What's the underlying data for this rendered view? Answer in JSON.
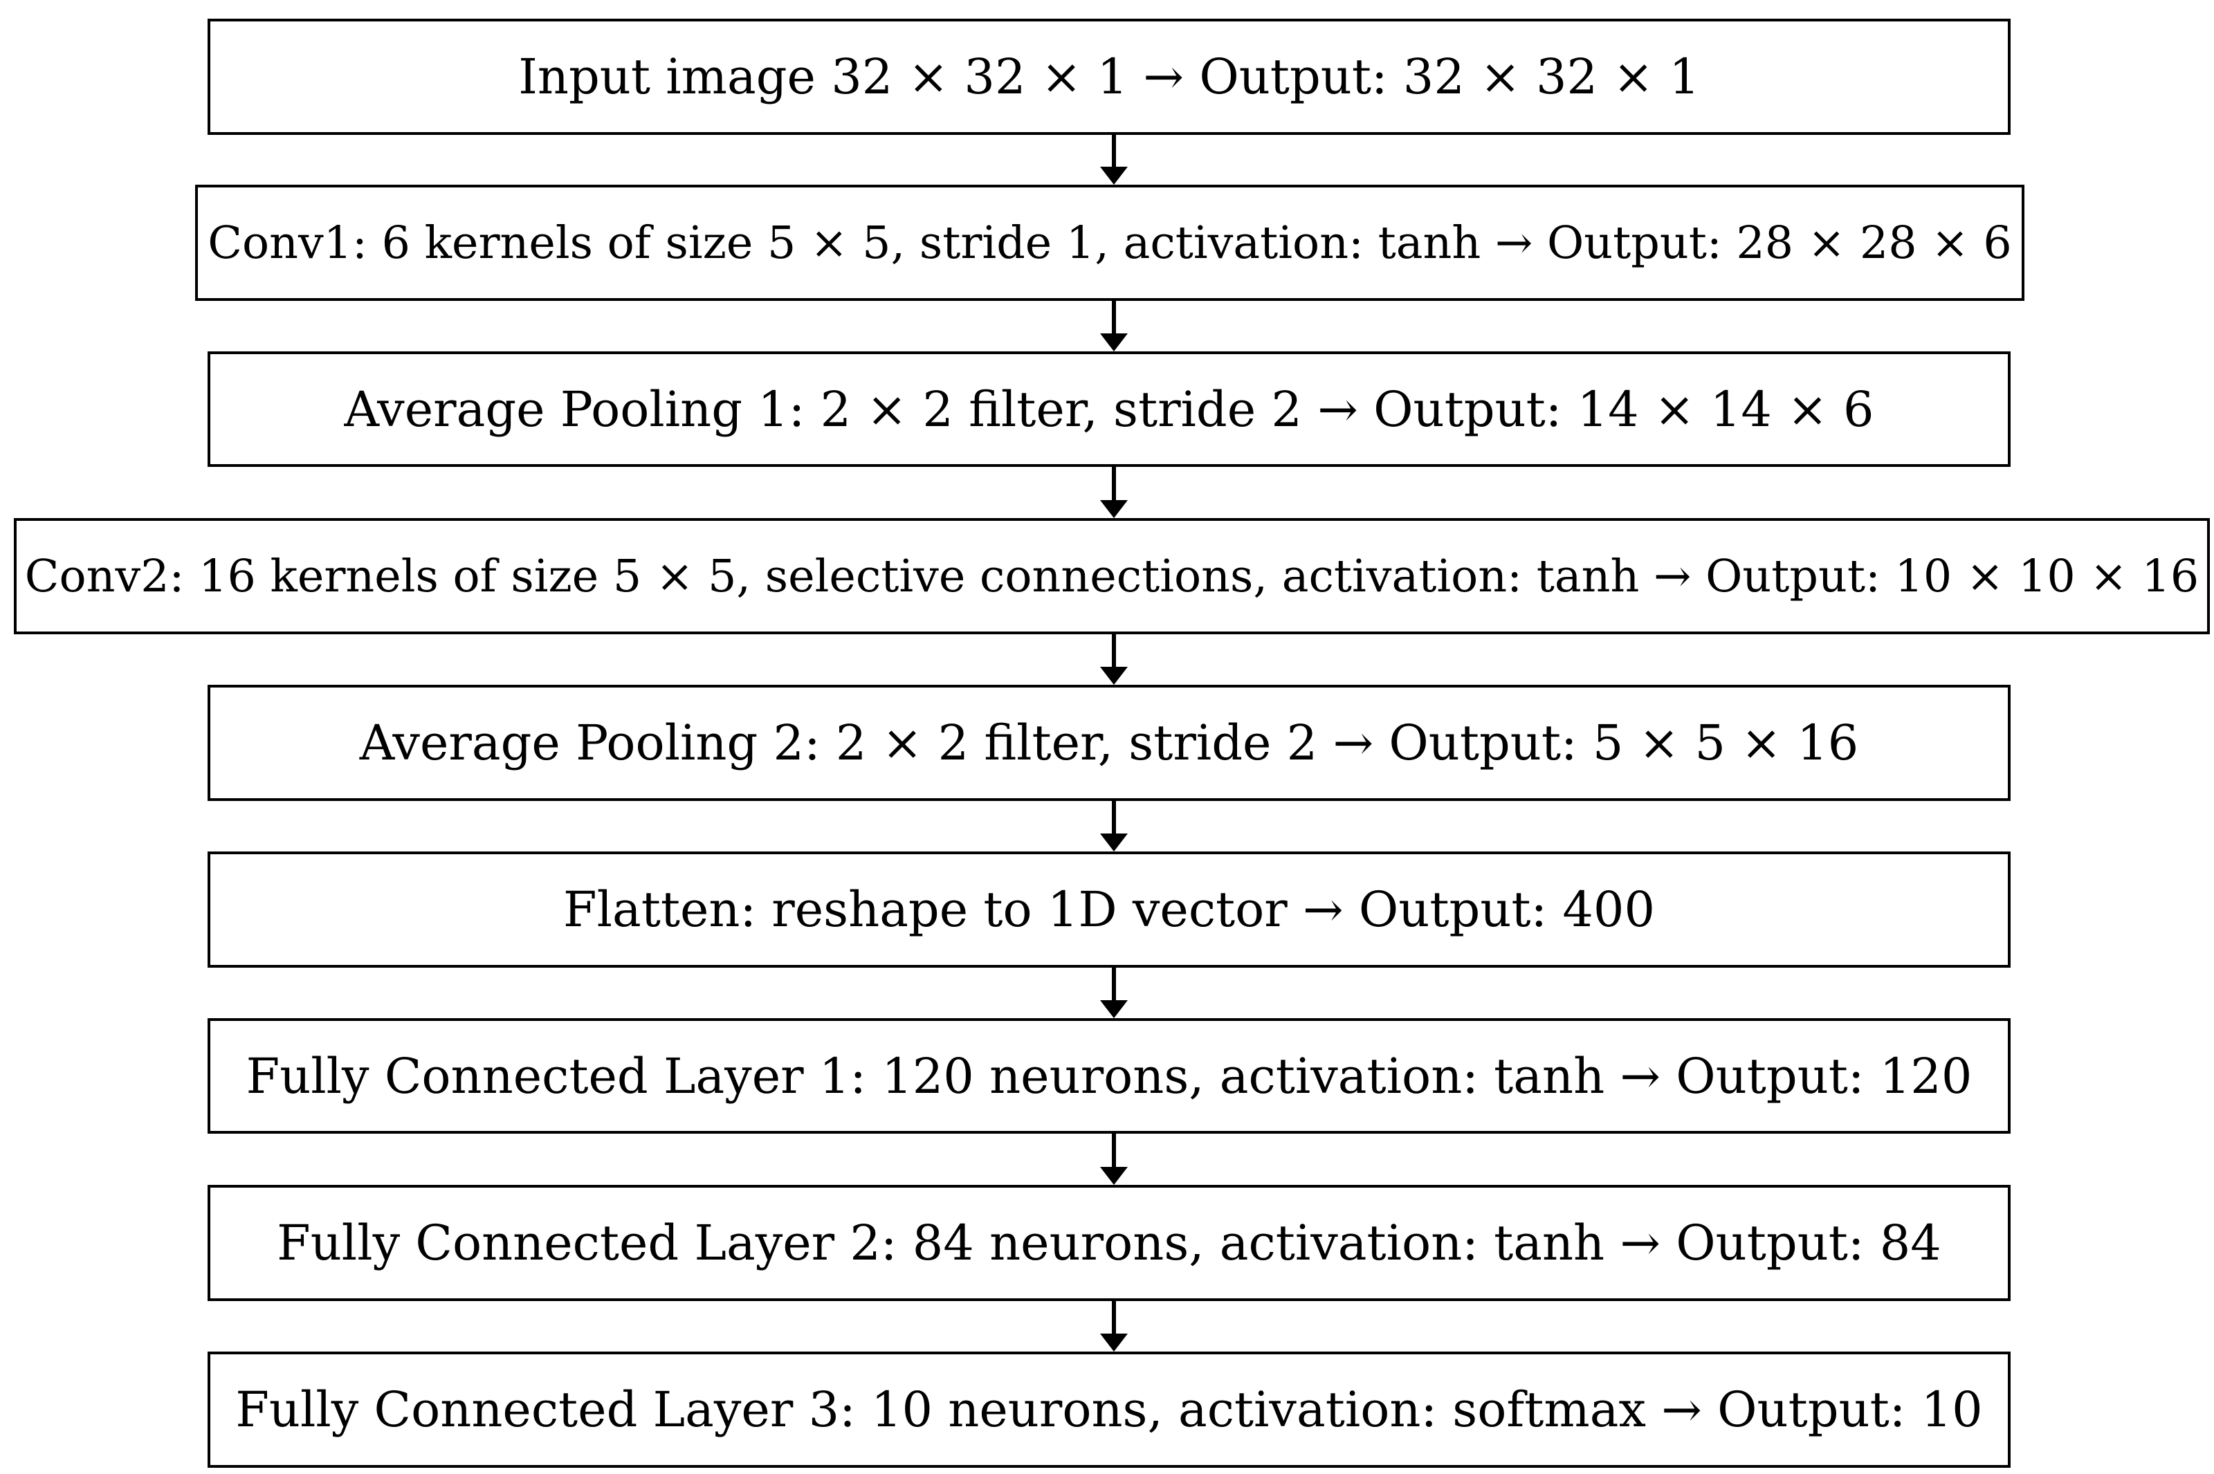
{
  "diagram": {
    "line_color": "#000000",
    "background": "#ffffff",
    "layers": [
      {
        "id": "input",
        "label": "Input image 32 × 32 × 1 → Output: 32 × 32 × 1"
      },
      {
        "id": "conv1",
        "label": "Conv1: 6 kernels of size 5 × 5, stride 1, activation: tanh → Output: 28 × 28 × 6"
      },
      {
        "id": "avgpool1",
        "label": "Average Pooling 1: 2 × 2 filter, stride 2 → Output: 14 × 14 × 6"
      },
      {
        "id": "conv2",
        "label": "Conv2: 16 kernels of size 5 × 5, selective connections, activation: tanh → Output: 10 × 10 × 16"
      },
      {
        "id": "avgpool2",
        "label": "Average Pooling 2: 2 × 2 filter, stride 2 → Output: 5 × 5 × 16"
      },
      {
        "id": "flatten",
        "label": "Flatten: reshape to 1D vector → Output: 400"
      },
      {
        "id": "fc1",
        "label": "Fully Connected Layer 1: 120 neurons, activation: tanh → Output: 120"
      },
      {
        "id": "fc2",
        "label": "Fully Connected Layer 2: 84 neurons, activation: tanh → Output: 84"
      },
      {
        "id": "fc3",
        "label": "Fully Connected Layer 3: 10 neurons, activation: softmax → Output: 10"
      }
    ]
  }
}
